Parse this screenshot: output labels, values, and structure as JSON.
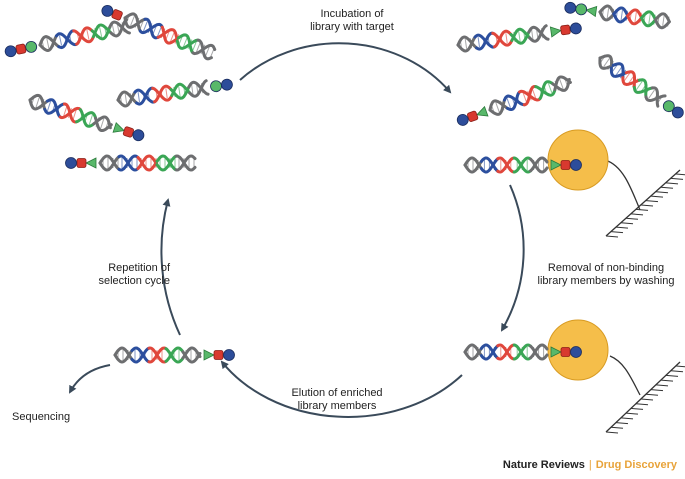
{
  "labels": {
    "incubation": "Incubation of\nlibrary with target",
    "removal": "Removal of non-binding\nlibrary members by washing",
    "elution": "Elution of enriched\nlibrary members",
    "repetition": "Repetition of\nselection cycle",
    "sequencing": "Sequencing"
  },
  "credit": {
    "publisher": "Nature Reviews",
    "separator": "|",
    "journal": "Drug Discovery"
  },
  "colors": {
    "strand_gray": "#6d6e70",
    "strand_red": "#e0473c",
    "strand_green": "#3aa655",
    "strand_blue": "#2c4f9e",
    "bead_blue": "#2d4d9a",
    "bead_red": "#d8392f",
    "bead_green": "#58b86a",
    "bead_orange": "#f0b43c",
    "arrow": "#3a4a5a"
  }
}
